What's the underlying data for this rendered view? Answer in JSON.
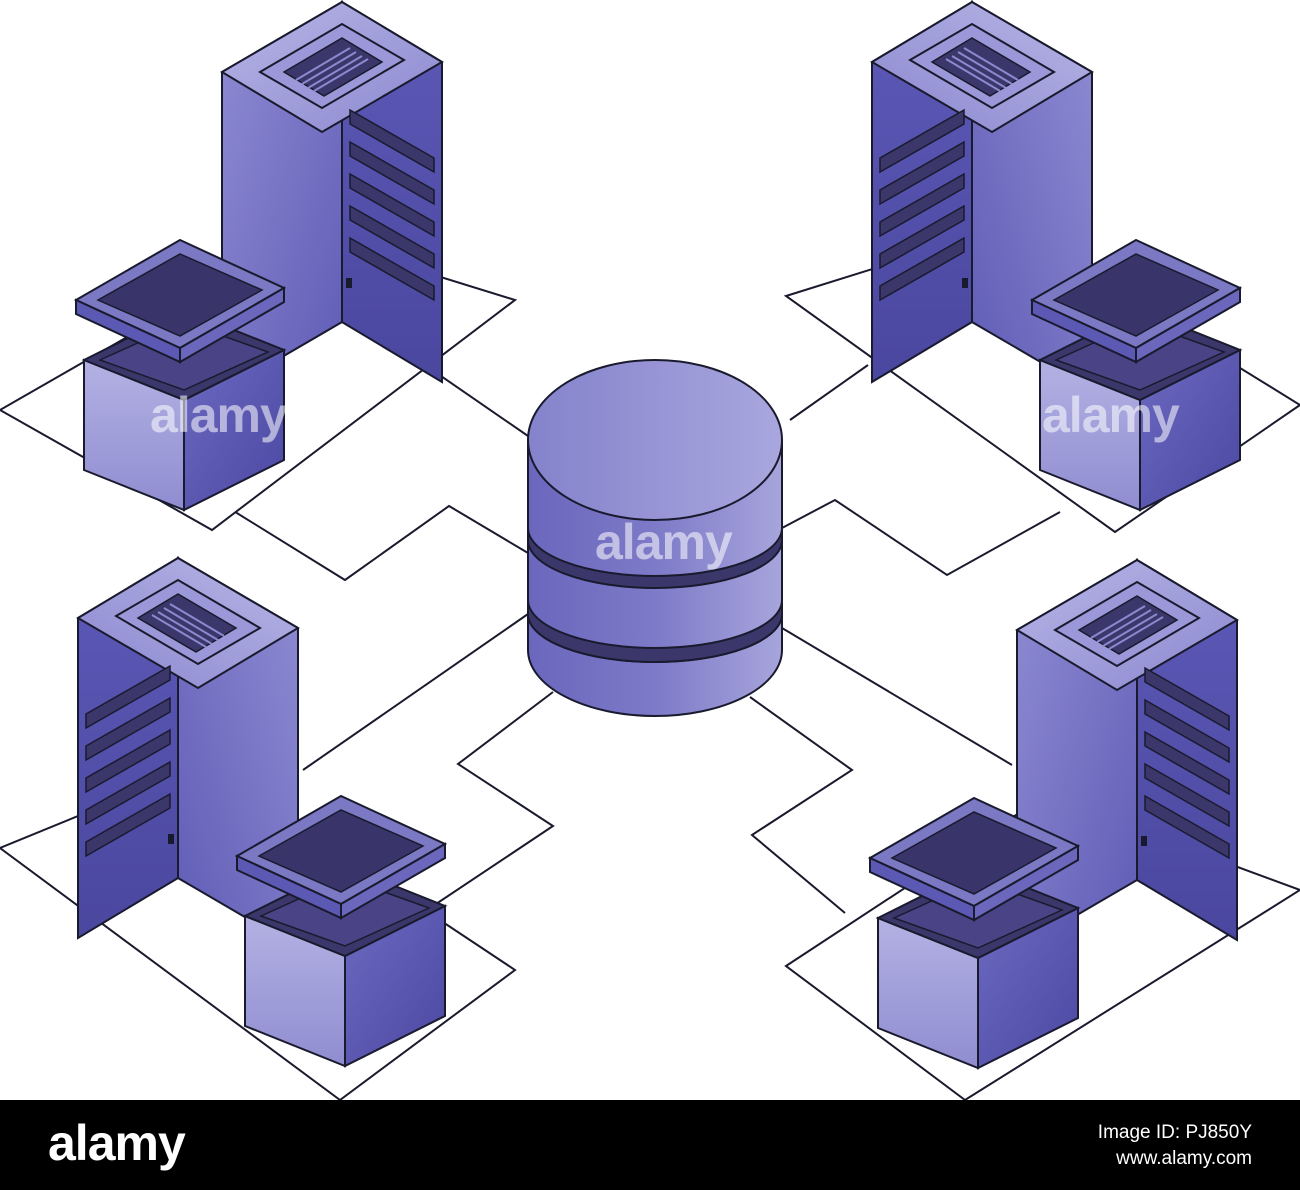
{
  "colors": {
    "panel_light": "#a8a6db",
    "panel_mid": "#7b78c4",
    "panel_dark": "#4d4aa6",
    "panel_deep": "#393469",
    "stroke": "#1a1a2e",
    "footer_bg": "#000000"
  },
  "illustration": {
    "central_element": "database-cylinder-icon",
    "server_clusters": 4
  },
  "watermark": {
    "text": "alamy"
  },
  "footer": {
    "logo": "alamy",
    "image_id": "Image ID: PJ850Y",
    "site": "www.alamy.com"
  }
}
